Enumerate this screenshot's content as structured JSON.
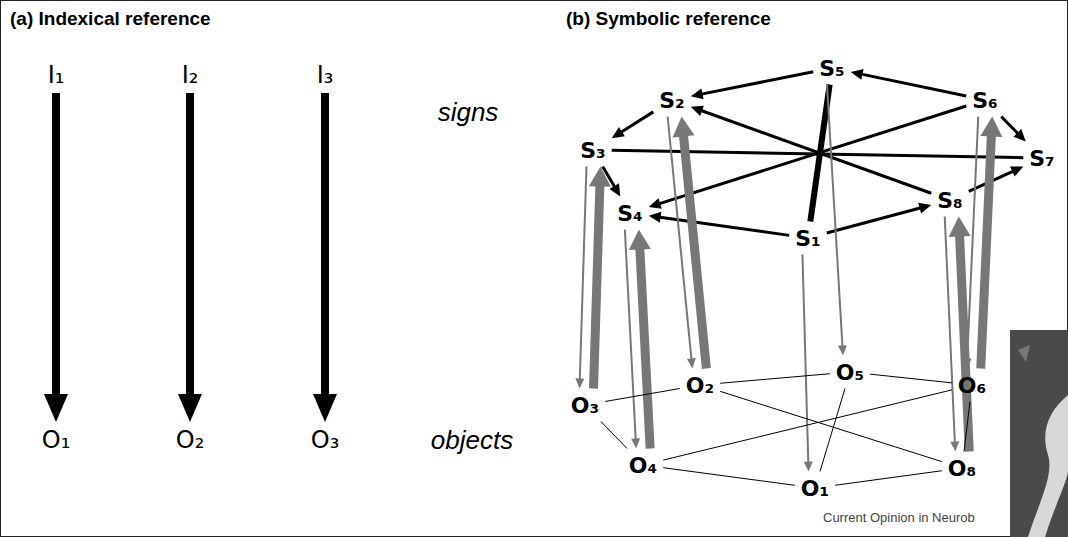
{
  "diagram": {
    "nodes": [
      {
        "text": [
          "I₁"
        ]
      },
      {
        "text": [
          "I₂"
        ]
      },
      {
        "text": [
          "I₃"
        ]
      },
      {
        "text": [
          "O₁"
        ]
      },
      {
        "text": [
          "O₂"
        ]
      },
      {
        "text": [
          "O₃"
        ]
      },
      {
        "text": [
          "S₅"
        ]
      },
      {
        "text": [
          "S₂"
        ]
      },
      {
        "text": [
          "S₆"
        ]
      },
      {
        "text": [
          "S₃"
        ]
      },
      {
        "text": [
          "S₇"
        ]
      },
      {
        "text": [
          "S₄"
        ]
      },
      {
        "text": [
          "S₈"
        ]
      },
      {
        "text": [
          "S₁"
        ]
      },
      {
        "text": [
          "O₅"
        ]
      },
      {
        "text": [
          "O₂"
        ]
      },
      {
        "text": [
          "O₆"
        ]
      },
      {
        "text": [
          "O₃"
        ]
      },
      {
        "text": [
          "O₄"
        ]
      },
      {
        "text": [
          "O₈"
        ]
      },
      {
        "text": [
          "O₁"
        ]
      }
    ],
    "edges": [
      {
        "from": 0,
        "to": 3,
        "arrow": "to"
      },
      {
        "from": 1,
        "to": 4,
        "arrow": "to"
      },
      {
        "from": 2,
        "to": 5,
        "arrow": "to"
      },
      {
        "from": 6,
        "to": 7,
        "arrow": "to"
      },
      {
        "from": 7,
        "to": 9,
        "arrow": "to"
      },
      {
        "from": 9,
        "to": 11,
        "arrow": "to"
      },
      {
        "from": 13,
        "to": 11,
        "arrow": "to"
      },
      {
        "from": 13,
        "to": 12,
        "arrow": "to"
      },
      {
        "from": 12,
        "to": 10,
        "arrow": "to"
      },
      {
        "from": 8,
        "to": 10,
        "arrow": "to"
      },
      {
        "from": 8,
        "to": 6,
        "arrow": "to"
      },
      {
        "from": 13,
        "to": 6,
        "arrow": "none"
      },
      {
        "from": 9,
        "to": 10,
        "arrow": "none"
      },
      {
        "from": 12,
        "to": 7,
        "arrow": "to"
      },
      {
        "from": 8,
        "to": 11,
        "arrow": "to"
      },
      {
        "from": 6,
        "to": 14,
        "arrow": "to"
      },
      {
        "from": 7,
        "to": 15,
        "arrow": "to"
      },
      {
        "from": 8,
        "to": 16,
        "arrow": "to"
      },
      {
        "from": 9,
        "to": 17,
        "arrow": "to"
      },
      {
        "from": 11,
        "to": 18,
        "arrow": "to"
      },
      {
        "from": 12,
        "to": 19,
        "arrow": "to"
      },
      {
        "from": 13,
        "to": 20,
        "arrow": "to"
      },
      {
        "from": 15,
        "to": 7,
        "arrow": "to"
      },
      {
        "from": 17,
        "to": 9,
        "arrow": "to"
      },
      {
        "from": 18,
        "to": 11,
        "arrow": "to"
      },
      {
        "from": 16,
        "to": 8,
        "arrow": "to"
      },
      {
        "from": 19,
        "to": 12,
        "arrow": "to"
      },
      {
        "from": 17,
        "to": 18,
        "arrow": "none"
      },
      {
        "from": 18,
        "to": 20,
        "arrow": "none"
      },
      {
        "from": 20,
        "to": 19,
        "arrow": "none"
      },
      {
        "from": 19,
        "to": 16,
        "arrow": "none"
      },
      {
        "from": 16,
        "to": 14,
        "arrow": "none"
      },
      {
        "from": 14,
        "to": 15,
        "arrow": "none"
      },
      {
        "from": 15,
        "to": 17,
        "arrow": "none"
      },
      {
        "from": 14,
        "to": 20,
        "arrow": "none"
      },
      {
        "from": 15,
        "to": 19,
        "arrow": "none"
      },
      {
        "from": 18,
        "to": 16,
        "arrow": "none"
      }
    ],
    "labels": [
      "(a) Indexical reference",
      "(b) Symbolic reference",
      "signs",
      "objects",
      "Current Opinion in Neurob"
    ]
  }
}
